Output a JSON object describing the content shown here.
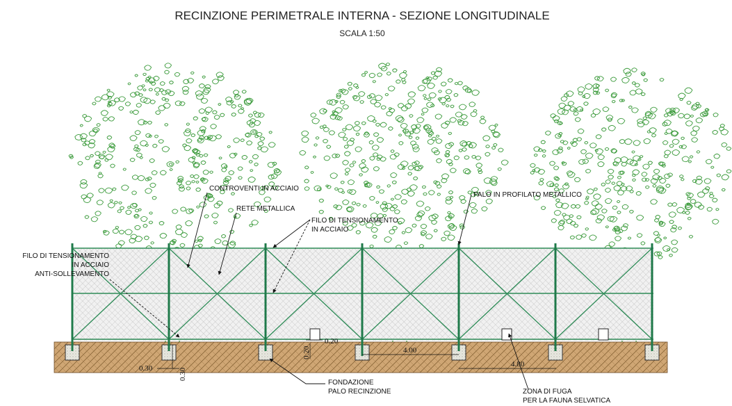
{
  "title": "RECINZIONE PERIMETRALE INTERNA - SEZIONE LONGITUDINALE",
  "subtitle": "SCALA 1:50",
  "labels": {
    "controventi": "CONTROVENTI IN ACCIAIO",
    "rete": "RETE METALLICA",
    "filo_tens_1": "FILO DI TENSIONAMENTO",
    "filo_tens_2": "IN ACCIAIO",
    "palo_profilato": "PALO IN PROFILATO METALLICO",
    "filo_anti_1": "FILO DI TENSIONAMENTO",
    "filo_anti_2": "IN ACCIAIO",
    "filo_anti_3": "ANTI-SOLLEVAMENTO",
    "fondazione_1": "FONDAZIONE",
    "fondazione_2": "PALO RECINZIONE",
    "zona_fuga_1": "ZONA DI FUGA",
    "zona_fuga_2": "PER LA FAUNA SELVATICA"
  },
  "dimensions": {
    "gap_h": "0.20",
    "gap_v": "0.20",
    "span_short": "4.00",
    "span_long": "4.80",
    "foundation_w": "0.30",
    "foundation_h": "0.30"
  },
  "colors": {
    "foliage": "#3a9a3a",
    "post": "#1f7a4a",
    "wire": "#2e8b57",
    "ground": "#c8a070",
    "ground_hatch": "#7a5a30",
    "mesh": "#e4e4e4"
  }
}
